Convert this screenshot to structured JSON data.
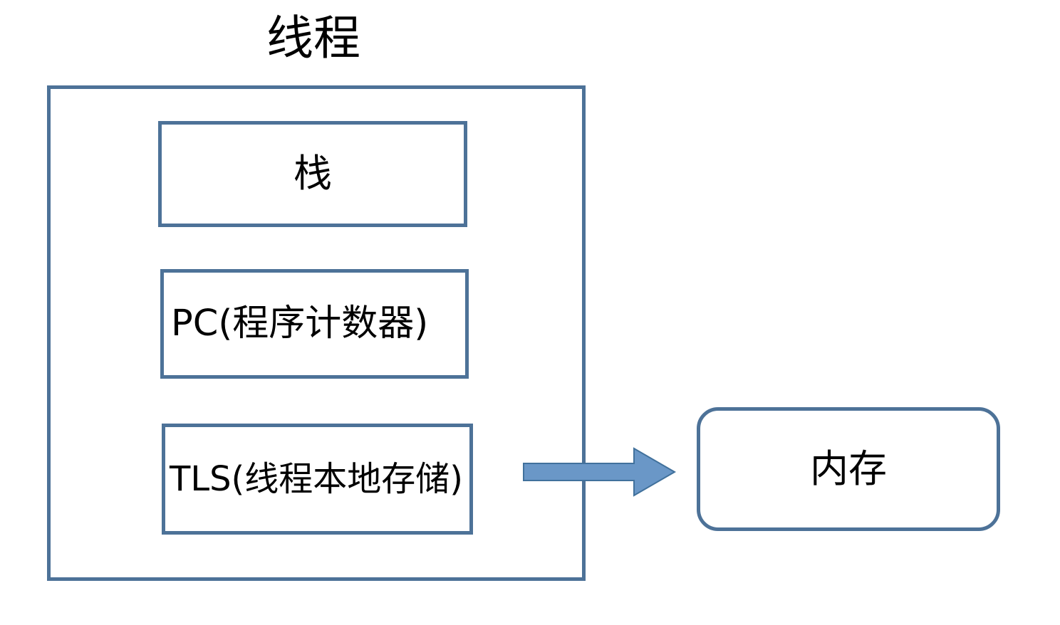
{
  "diagram": {
    "title": "线程",
    "type": "block-diagram",
    "background_color": "#ffffff",
    "accent_color": "#4d7298",
    "arrow_fill_color": "#6a97c7",
    "arrow_stroke_color": "#41719c"
  },
  "thread_container": {
    "name": "线程",
    "components": [
      {
        "id": "stack",
        "label": "栈",
        "align": "center"
      },
      {
        "id": "pc",
        "label": "PC(程序计数器)",
        "align": "left"
      },
      {
        "id": "tls",
        "label": "TLS(线程本地存储)",
        "align": "left"
      }
    ]
  },
  "memory": {
    "label": "内存"
  },
  "connector": {
    "icon": "right-block-arrow-icon",
    "from": "线程",
    "to": "内存",
    "direction": "right"
  }
}
